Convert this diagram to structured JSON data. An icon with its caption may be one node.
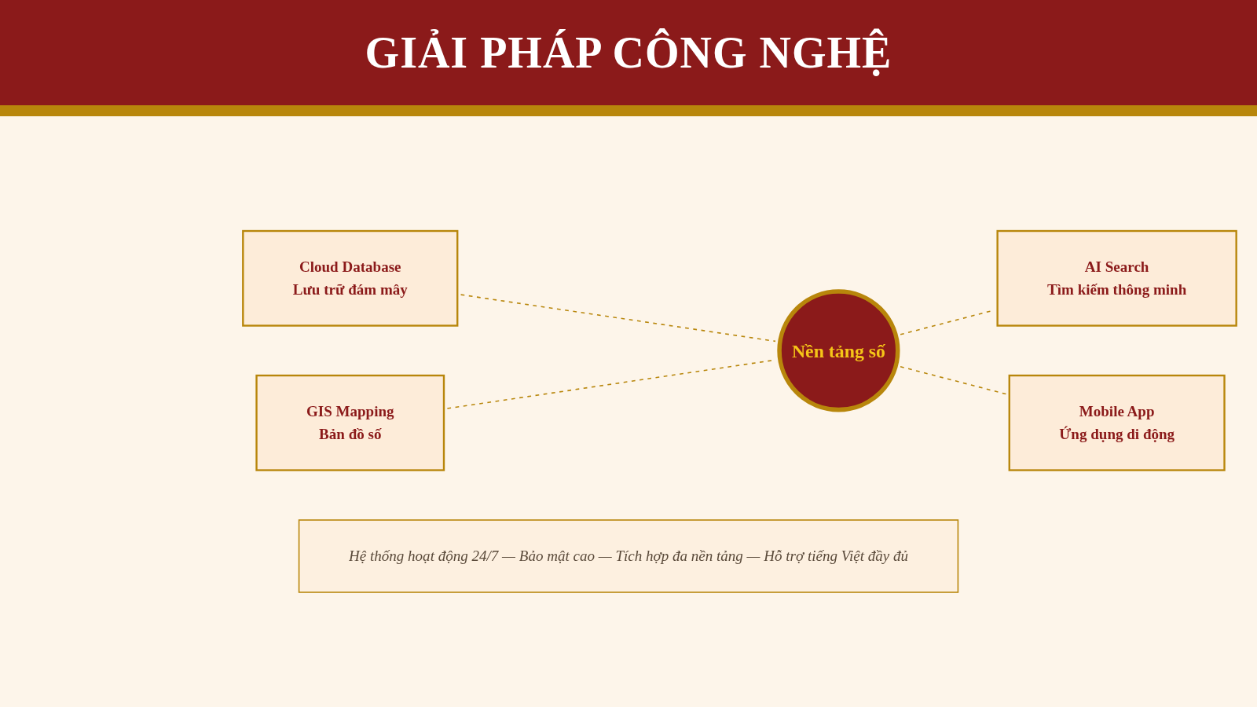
{
  "diagram": {
    "title": "GIẢI PHÁP CÔNG NGHỆ",
    "nodes": [
      {
        "text": [
          "Cloud Database",
          "Lưu trữ đám mây"
        ]
      },
      {
        "text": [
          "AI Search",
          "Tìm kiếm thông minh"
        ]
      },
      {
        "text": [
          "Nền tảng số"
        ]
      },
      {
        "text": [
          "GIS Mapping",
          "Bản đồ số"
        ]
      },
      {
        "text": [
          "Mobile App",
          "Ứng dụng di động"
        ]
      },
      {
        "text": [
          "Hệ thống hoạt động 24/7 — Bảo mật cao — Tích hợp đa nền tảng — Hỗ trợ tiếng Việt đầy đủ"
        ]
      }
    ],
    "edges": [
      {
        "from": 0,
        "to": 2,
        "arrow": "none",
        "style": "dashed"
      },
      {
        "from": 2,
        "to": 1,
        "arrow": "none",
        "style": "dashed"
      },
      {
        "from": 3,
        "to": 2,
        "arrow": "none",
        "style": "dashed"
      },
      {
        "from": 2,
        "to": 4,
        "arrow": "none",
        "style": "dashed"
      }
    ]
  }
}
